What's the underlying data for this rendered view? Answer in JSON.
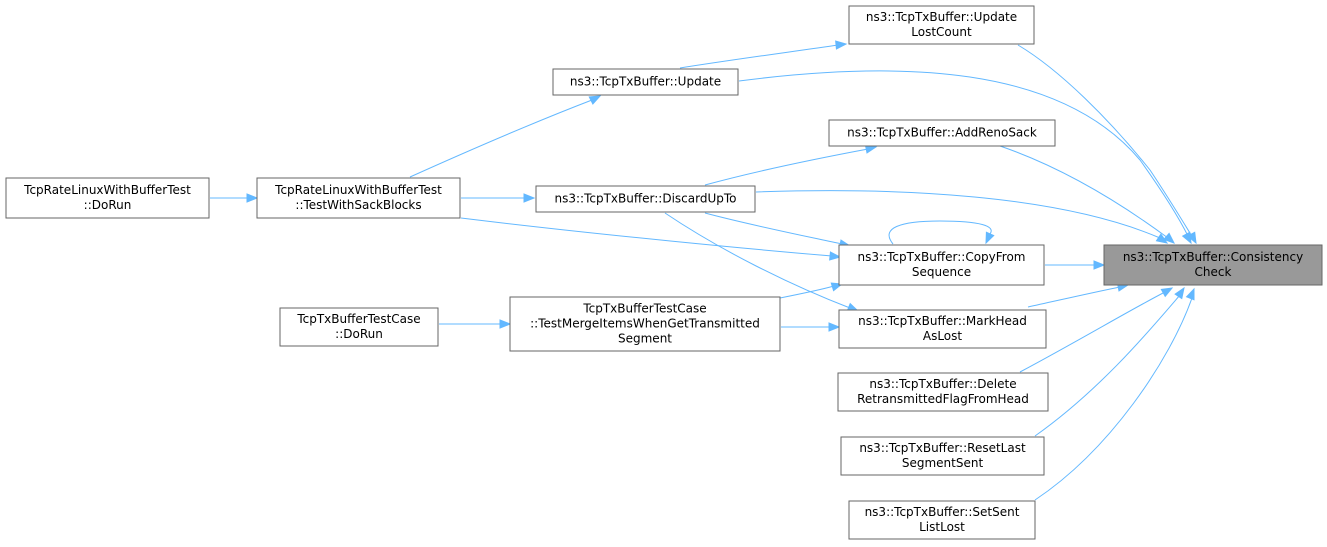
{
  "diagram": {
    "nodes": [
      {
        "id": "consistency",
        "root": true,
        "lines": [
          "ns3::TcpTxBuffer::Consistency",
          "Check"
        ]
      },
      {
        "id": "update_lost",
        "lines": [
          "ns3::TcpTxBuffer::Update",
          "LostCount"
        ]
      },
      {
        "id": "update",
        "lines": [
          "ns3::TcpTxBuffer::Update"
        ]
      },
      {
        "id": "add_reno",
        "lines": [
          "ns3::TcpTxBuffer::AddRenoSack"
        ]
      },
      {
        "id": "discard",
        "lines": [
          "ns3::TcpTxBuffer::DiscardUpTo"
        ]
      },
      {
        "id": "copy_from",
        "lines": [
          "ns3::TcpTxBuffer::CopyFrom",
          "Sequence"
        ]
      },
      {
        "id": "mark_head",
        "lines": [
          "ns3::TcpTxBuffer::MarkHead",
          "AsLost"
        ]
      },
      {
        "id": "delete_retx",
        "lines": [
          "ns3::TcpTxBuffer::Delete",
          "RetransmittedFlagFromHead"
        ]
      },
      {
        "id": "reset_last",
        "lines": [
          "ns3::TcpTxBuffer::ResetLast",
          "SegmentSent"
        ]
      },
      {
        "id": "set_sent",
        "lines": [
          "ns3::TcpTxBuffer::SetSent",
          "ListLost"
        ]
      },
      {
        "id": "test_sack",
        "lines": [
          "TcpRateLinuxWithBufferTest",
          "::TestWithSackBlocks"
        ]
      },
      {
        "id": "rate_dorun",
        "lines": [
          "TcpRateLinuxWithBufferTest",
          "::DoRun"
        ]
      },
      {
        "id": "merge_items",
        "lines": [
          "TcpTxBufferTestCase",
          "::TestMergeItemsWhenGetTransmitted",
          "Segment"
        ]
      },
      {
        "id": "buf_dorun",
        "lines": [
          "TcpTxBufferTestCase",
          "::DoRun"
        ]
      }
    ],
    "edges": [
      {
        "from": "update_lost",
        "to": "consistency"
      },
      {
        "from": "update",
        "to": "consistency"
      },
      {
        "from": "add_reno",
        "to": "consistency"
      },
      {
        "from": "discard",
        "to": "consistency"
      },
      {
        "from": "copy_from",
        "to": "consistency"
      },
      {
        "from": "mark_head",
        "to": "consistency"
      },
      {
        "from": "delete_retx",
        "to": "consistency"
      },
      {
        "from": "reset_last",
        "to": "consistency"
      },
      {
        "from": "set_sent",
        "to": "consistency"
      },
      {
        "from": "update",
        "to": "update_lost"
      },
      {
        "from": "test_sack",
        "to": "update"
      },
      {
        "from": "discard",
        "to": "add_reno"
      },
      {
        "from": "test_sack",
        "to": "discard"
      },
      {
        "from": "discard",
        "to": "copy_from"
      },
      {
        "from": "copy_from",
        "to": "copy_from"
      },
      {
        "from": "test_sack",
        "to": "copy_from"
      },
      {
        "from": "merge_items",
        "to": "copy_from"
      },
      {
        "from": "discard",
        "to": "mark_head"
      },
      {
        "from": "merge_items",
        "to": "mark_head"
      },
      {
        "from": "rate_dorun",
        "to": "test_sack"
      },
      {
        "from": "buf_dorun",
        "to": "merge_items"
      }
    ]
  }
}
